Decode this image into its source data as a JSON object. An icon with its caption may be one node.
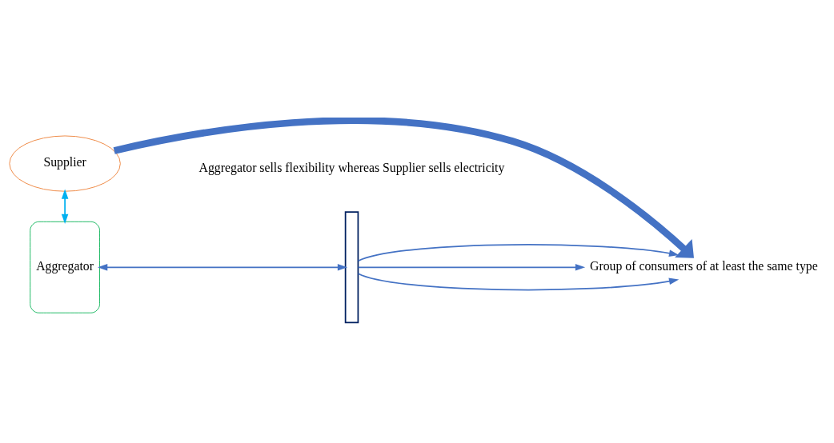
{
  "diagram": {
    "nodes": [
      {
        "text": [
          "Supplier"
        ]
      },
      {
        "text": [
          "Aggregator"
        ]
      },
      {
        "text": [],
        "shape": "bar"
      },
      {
        "text": [
          "Group of consumers of at least the same type"
        ]
      }
    ],
    "edges": [
      {
        "from": 0,
        "to": 3,
        "arrow": "to",
        "style": "thick"
      },
      {
        "from": 0,
        "to": 1,
        "arrow": "both",
        "color": "#00b0f0"
      },
      {
        "from": 1,
        "to": 2,
        "arrow": "both"
      },
      {
        "from": 2,
        "to": 3,
        "arrow": "to"
      },
      {
        "from": 2,
        "to": 3,
        "arrow": "to"
      },
      {
        "from": 2,
        "to": 3,
        "arrow": "to"
      }
    ],
    "labels": [
      "Aggregator sells flexibility whereas Supplier sells electricity"
    ]
  }
}
